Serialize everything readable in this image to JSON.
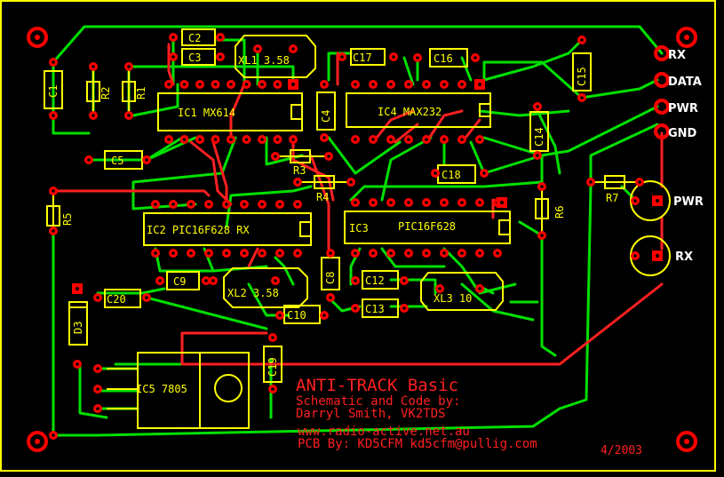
{
  "title": "ANTI-TRACK Basic",
  "credit_line1": "Schematic and Code by:",
  "credit_line2": "Darryl Smith, VK2TDS",
  "website": "www.radio-active.net.au",
  "pcb_by": "PCB By: KD5CFM kd5cfm@pullig.com",
  "date": "4/2003",
  "connectors": {
    "rx": "RX",
    "data": "DATA",
    "pwr": "PWR",
    "gnd": "GND"
  },
  "leds": {
    "pwr": "PWR",
    "rx": "RX"
  },
  "components": {
    "ic1": "IC1 MX614",
    "ic2": "IC2 PIC16F628 RX",
    "ic3": "IC3",
    "ic3_part": "PIC16F628",
    "ic4": "IC4 MAX232",
    "ic5": "IC5 7805",
    "xl1": "XL1 3.58",
    "xl2": "XL2 3.58",
    "xl3": "XL3 10",
    "c1": "C1",
    "c2": "C2",
    "c3": "C3",
    "c4": "C4",
    "c5": "C5",
    "c8": "C8",
    "c9": "C9",
    "c10": "C10",
    "c12": "C12",
    "c13": "C13",
    "c14": "C14",
    "c15": "C15",
    "c16": "C16",
    "c17": "C17",
    "c18": "C18",
    "c19": "C19",
    "c20": "C20",
    "r1": "R1",
    "r2": "R2",
    "r3": "R3",
    "r4": "R4",
    "r5": "R5",
    "r6": "R6",
    "r7": "R7",
    "d3": "D3"
  },
  "colors": {
    "background": "#000000",
    "silkscreen": "#ffff00",
    "bottom_copper": "#00e000",
    "top_copper": "#ff2020",
    "border": "#ffff00"
  }
}
